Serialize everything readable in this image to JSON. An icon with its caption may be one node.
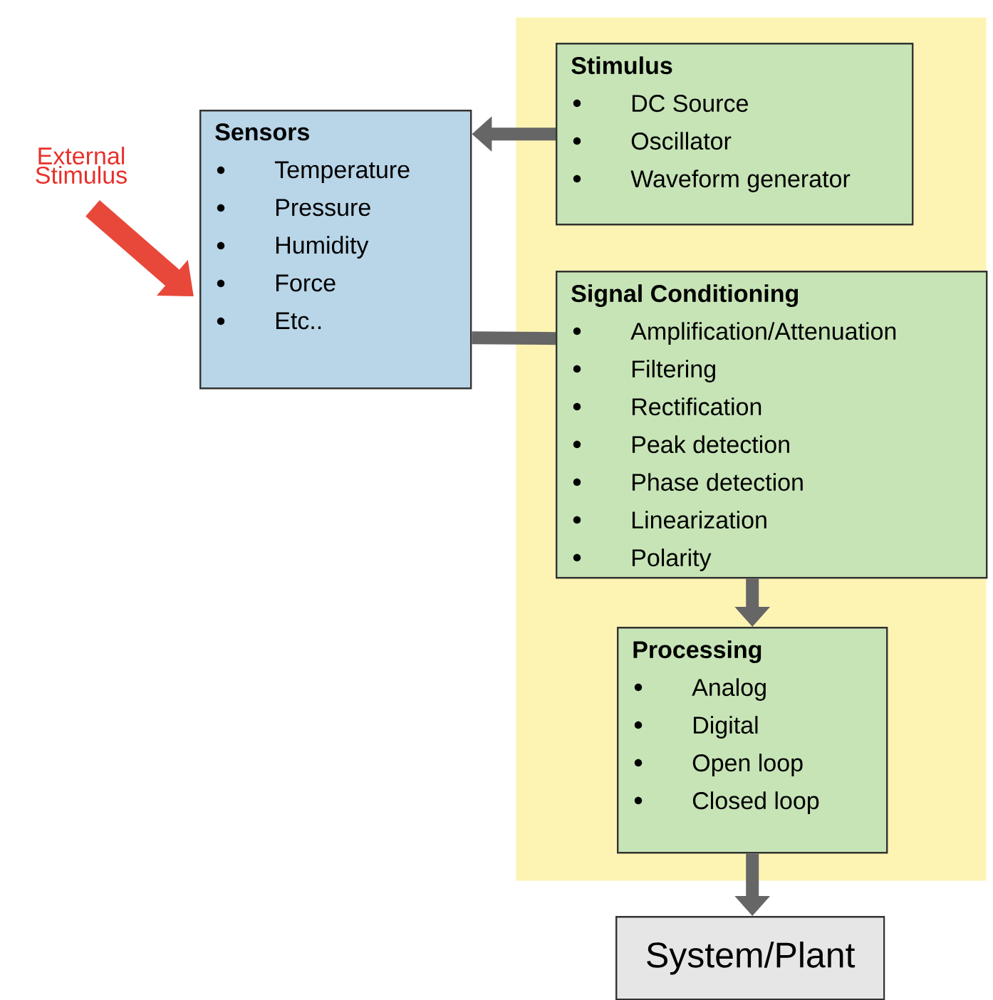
{
  "diagram": {
    "nodes": [
      {
        "text": [],
        "shape": "box"
      },
      {
        "text": [
          "Sensors",
          "Temperature",
          "Pressure",
          "Humidity",
          "Force",
          "Etc.."
        ]
      },
      {
        "text": [
          "Stimulus",
          "DC Source",
          "Oscillator",
          "Waveform generator"
        ],
        "in": 0
      },
      {
        "text": [
          "Signal Conditioning",
          "Amplification/Attenuation",
          "Filtering",
          "Rectification",
          "Peak detection",
          "Phase detection",
          "Linearization",
          "Polarity"
        ],
        "in": 0
      },
      {
        "text": [
          "Processing",
          "Analog",
          "Digital",
          "Open loop",
          "Closed loop"
        ],
        "in": 0
      },
      {
        "text": [
          "System/Plant"
        ]
      },
      {
        "text": [
          "External Stimulus"
        ]
      }
    ],
    "edges": [
      {
        "from": 2,
        "to": 1,
        "arrow": "to"
      },
      {
        "from": 1,
        "to": 3,
        "arrow": "none"
      },
      {
        "from": 3,
        "to": 4,
        "arrow": "to"
      },
      {
        "from": 4,
        "to": 5,
        "arrow": "to"
      },
      {
        "from": 6,
        "to": 1,
        "arrow": "to",
        "color": "#e8483a"
      }
    ]
  }
}
